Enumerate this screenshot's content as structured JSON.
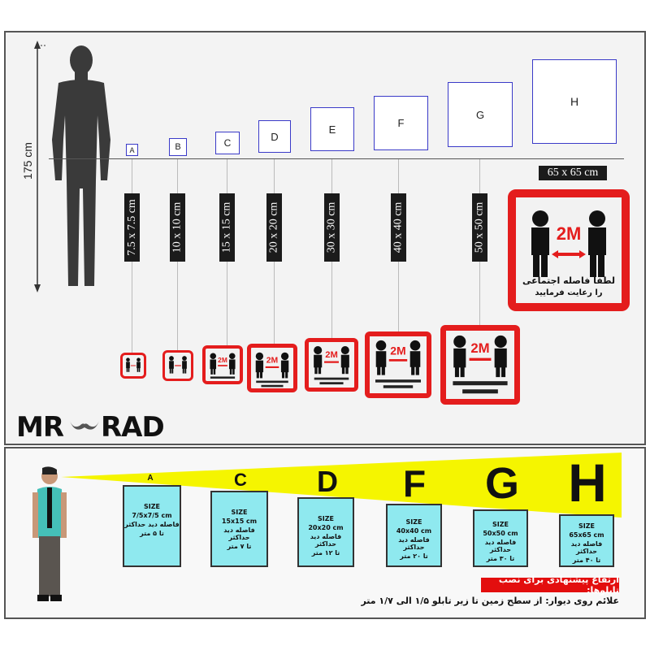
{
  "top": {
    "height_label": "175 cm",
    "sizes": [
      {
        "letter": "A",
        "dimension": "7.5 x 7.5 cm"
      },
      {
        "letter": "B",
        "dimension": "10 x 10 cm"
      },
      {
        "letter": "C",
        "dimension": "15 x 15 cm"
      },
      {
        "letter": "D",
        "dimension": "20 x 20 cm"
      },
      {
        "letter": "E",
        "dimension": "30 x 30 cm"
      },
      {
        "letter": "F",
        "dimension": "40 x 40 cm"
      },
      {
        "letter": "G",
        "dimension": "50 x 50 cm"
      },
      {
        "letter": "H",
        "dimension": "65 x 65 cm"
      }
    ],
    "sign": {
      "distance_text": "2M",
      "line1": "لطفاً فاصله اجتماعی",
      "line2": "را رعایت فرمایید"
    },
    "logo": {
      "left": "MR",
      "right": "RAD"
    }
  },
  "bottom": {
    "columns": [
      {
        "letter": "A",
        "size_label": "SIZE",
        "dimension": "7/5x7/5 cm",
        "distance_text": "فاصله دید حداکثر",
        "max_distance": "تا ۵ متر"
      },
      {
        "letter": "C",
        "size_label": "SIZE",
        "dimension": "15x15 cm",
        "distance_text": "فاصله دید حداکثر",
        "max_distance": "تا ۷ متر"
      },
      {
        "letter": "D",
        "size_label": "SIZE",
        "dimension": "20x20 cm",
        "distance_text": "فاصله دید حداکثر",
        "max_distance": "تا ۱۲ متر"
      },
      {
        "letter": "F",
        "size_label": "SIZE",
        "dimension": "40x40 cm",
        "distance_text": "فاصله دید حداکثر",
        "max_distance": "تا ۲۰ متر"
      },
      {
        "letter": "G",
        "size_label": "SIZE",
        "dimension": "50x50 cm",
        "distance_text": "فاصله دید حداکثر",
        "max_distance": "تا ۳۰ متر"
      },
      {
        "letter": "H",
        "size_label": "SIZE",
        "dimension": "65x65 cm",
        "distance_text": "فاصله دید حداکثر",
        "max_distance": "تا ۴۰ متر"
      }
    ],
    "heading": "ارتفاع پیشنهادی برای نصب تابلوها:",
    "note": "علائم روی دیوار: از سطح زمین تا زیر تابلو ۱/۵ الی ۱/۷ متر"
  },
  "colors": {
    "sign_red": "#e41d1d",
    "poster_cyan": "#8fe9ef",
    "beam_yellow": "#f5f500",
    "banner_red": "#e30e0e",
    "box_blue": "#3a3ac8"
  }
}
